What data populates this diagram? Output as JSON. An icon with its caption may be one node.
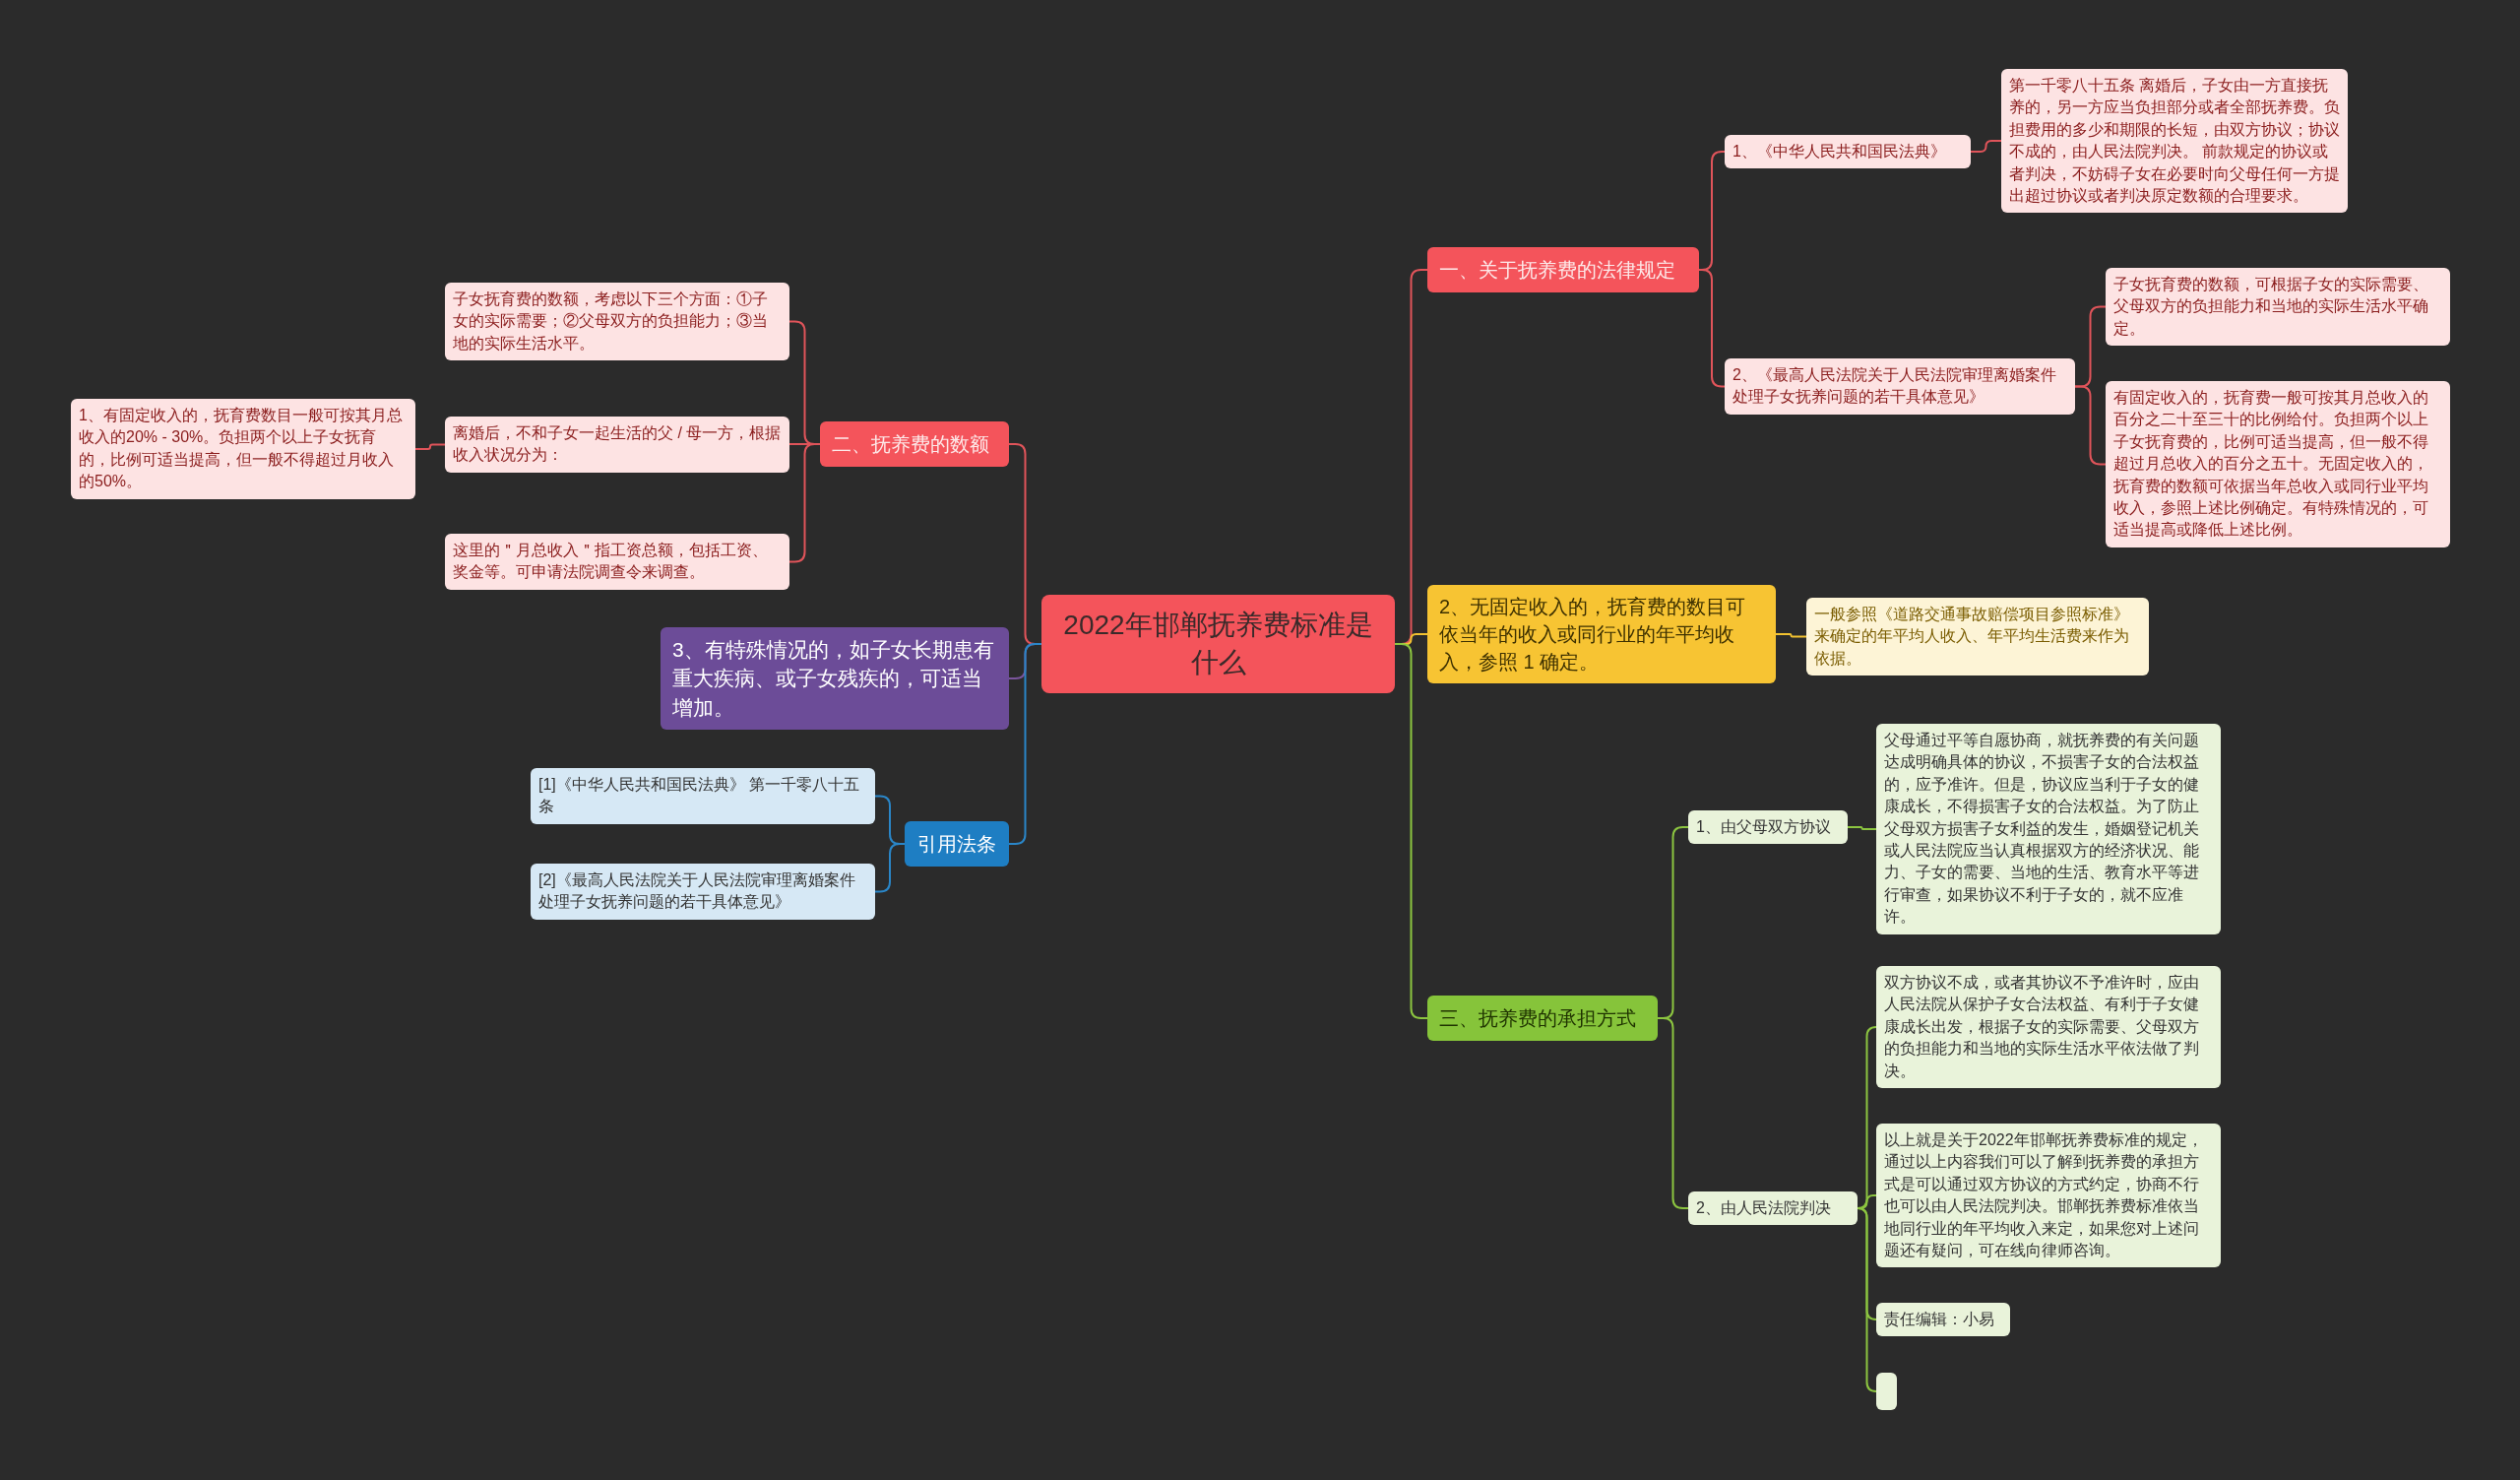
{
  "diagram": {
    "nodes": [
      {
        "text": [
          "2022年邯郸抚养费标准是什么"
        ]
      },
      {
        "text": [
          "一、关于抚养费的法律规定"
        ]
      },
      {
        "text": [
          "1、《中华人民共和国民法典》"
        ]
      },
      {
        "text": [
          "第一千零八十五条 离婚后，子女由一方直接抚养的，另一方应当负担部分或者全部抚养费。负担费用的多少和期限的长短，由双方协议；协议不成的，由人民法院判决。 前款规定的协议或者判决，不妨碍子女在必要时向父母任何一方提出超过协议或者判决原定数额的合理要求。"
        ]
      },
      {
        "text": [
          "2、《最高人民法院关于人民法院审理离婚案件处理子女抚养问题的若干具体意见》"
        ]
      },
      {
        "text": [
          "子女抚育费的数额，可根据子女的实际需要、父母双方的负担能力和当地的实际生活水平确定。"
        ]
      },
      {
        "text": [
          "有固定收入的，抚育费一般可按其月总收入的百分之二十至三十的比例给付。负担两个以上子女抚育费的，比例可适当提高，但一般不得超过月总收入的百分之五十。无固定收入的，抚育费的数额可依据当年总收入或同行业平均收入，参照上述比例确定。有特殊情况的，可适当提高或降低上述比例。"
        ]
      },
      {
        "text": [
          "2、无固定收入的，抚育费的数目可依当年的收入或同行业的年平均收入，参照 1 确定。"
        ]
      },
      {
        "text": [
          "一般参照《道路交通事故赔偿项目参照标准》来确定的年平均人收入、年平均生活费来作为依据。"
        ]
      },
      {
        "text": [
          "三、抚养费的承担方式"
        ]
      },
      {
        "text": [
          "1、由父母双方协议"
        ]
      },
      {
        "text": [
          "父母通过平等自愿协商，就抚养费的有关问题达成明确具体的协议，不损害子女的合法权益的，应予准许。但是，协议应当利于子女的健康成长，不得损害子女的合法权益。为了防止父母双方损害子女利益的发生，婚姻登记机关或人民法院应当认真根据双方的经济状况、能力、子女的需要、当地的生活、教育水平等进行审查，如果协议不利于子女的，就不应准许。"
        ]
      },
      {
        "text": [
          "2、由人民法院判决"
        ]
      },
      {
        "text": [
          "双方协议不成，或者其协议不予准许时，应由人民法院从保护子女合法权益、有利于子女健康成长出发，根据子女的实际需要、父母双方的负担能力和当地的实际生活水平依法做了判决。"
        ]
      },
      {
        "text": [
          "以上就是关于2022年邯郸抚养费标准的规定，通过以上内容我们可以了解到抚养费的承担方式是可以通过双方协议的方式约定，协商不行也可以由人民法院判决。邯郸抚养费标准依当地同行业的年平均收入来定，如果您对上述问题还有疑问，可在线向律师咨询。"
        ]
      },
      {
        "text": [
          "责任编辑：小易"
        ]
      },
      {
        "text": [],
        "shape": "box"
      },
      {
        "text": [
          "二、抚养费的数额"
        ]
      },
      {
        "text": [
          "子女抚育费的数额，考虑以下三个方面：①子女的实际需要；②父母双方的负担能力；③当地的实际生活水平。"
        ]
      },
      {
        "text": [
          "离婚后，不和子女一起生活的父 / 母一方，根据收入状况分为："
        ]
      },
      {
        "text": [
          "1、有固定收入的，抚育费数目一般可按其月总收入的20% - 30%。负担两个以上子女抚育的，比例可适当提高，但一般不得超过月收入的50%。"
        ]
      },
      {
        "text": [
          "这里的＂月总收入＂指工资总额，包括工资、奖金等。可申请法院调查令来调查。"
        ]
      },
      {
        "text": [
          "3、有特殊情况的，如子女长期患有重大疾病、或子女残疾的，可适当增加。"
        ]
      },
      {
        "text": [
          "引用法条"
        ]
      },
      {
        "text": [
          "[1]《中华人民共和国民法典》 第一千零八十五条"
        ]
      },
      {
        "text": [
          "[2]《最高人民法院关于人民法院审理离婚案件处理子女抚养问题的若干具体意见》"
        ]
      }
    ],
    "edges": [
      {
        "from": 0,
        "to": 1,
        "arrow": "none",
        "color": "#e0545a"
      },
      {
        "from": 1,
        "to": 2,
        "arrow": "none",
        "color": "#e0545a"
      },
      {
        "from": 2,
        "to": 3,
        "arrow": "none",
        "color": "#e0545a"
      },
      {
        "from": 1,
        "to": 4,
        "arrow": "none",
        "color": "#e0545a"
      },
      {
        "from": 4,
        "to": 5,
        "arrow": "none",
        "color": "#e0545a"
      },
      {
        "from": 4,
        "to": 6,
        "arrow": "none",
        "color": "#e0545a"
      },
      {
        "from": 0,
        "to": 7,
        "arrow": "none",
        "color": "#f2c230"
      },
      {
        "from": 7,
        "to": 8,
        "arrow": "none",
        "color": "#f2c230"
      },
      {
        "from": 0,
        "to": 9,
        "arrow": "none",
        "color": "#8cc540"
      },
      {
        "from": 9,
        "to": 10,
        "arrow": "none",
        "color": "#8cc540"
      },
      {
        "from": 10,
        "to": 11,
        "arrow": "none",
        "color": "#8cc540"
      },
      {
        "from": 9,
        "to": 12,
        "arrow": "none",
        "color": "#8cc540"
      },
      {
        "from": 12,
        "to": 13,
        "arrow": "none",
        "color": "#8cc540"
      },
      {
        "from": 12,
        "to": 14,
        "arrow": "none",
        "color": "#8cc540"
      },
      {
        "from": 12,
        "to": 15,
        "arrow": "none",
        "color": "#8cc540"
      },
      {
        "from": 12,
        "to": 16,
        "arrow": "none",
        "color": "#8cc540"
      },
      {
        "from": 0,
        "to": 17,
        "arrow": "none",
        "color": "#e0545a"
      },
      {
        "from": 17,
        "to": 18,
        "arrow": "none",
        "color": "#e0545a"
      },
      {
        "from": 17,
        "to": 19,
        "arrow": "none",
        "color": "#e0545a"
      },
      {
        "from": 19,
        "to": 20,
        "arrow": "none",
        "color": "#e0545a"
      },
      {
        "from": 17,
        "to": 21,
        "arrow": "none",
        "color": "#e0545a"
      },
      {
        "from": 0,
        "to": 22,
        "arrow": "none",
        "color": "#7b559d"
      },
      {
        "from": 0,
        "to": 23,
        "arrow": "none",
        "color": "#2a86c8"
      },
      {
        "from": 23,
        "to": 24,
        "arrow": "none",
        "color": "#2a86c8"
      },
      {
        "from": 23,
        "to": 25,
        "arrow": "none",
        "color": "#2a86c8"
      }
    ]
  }
}
